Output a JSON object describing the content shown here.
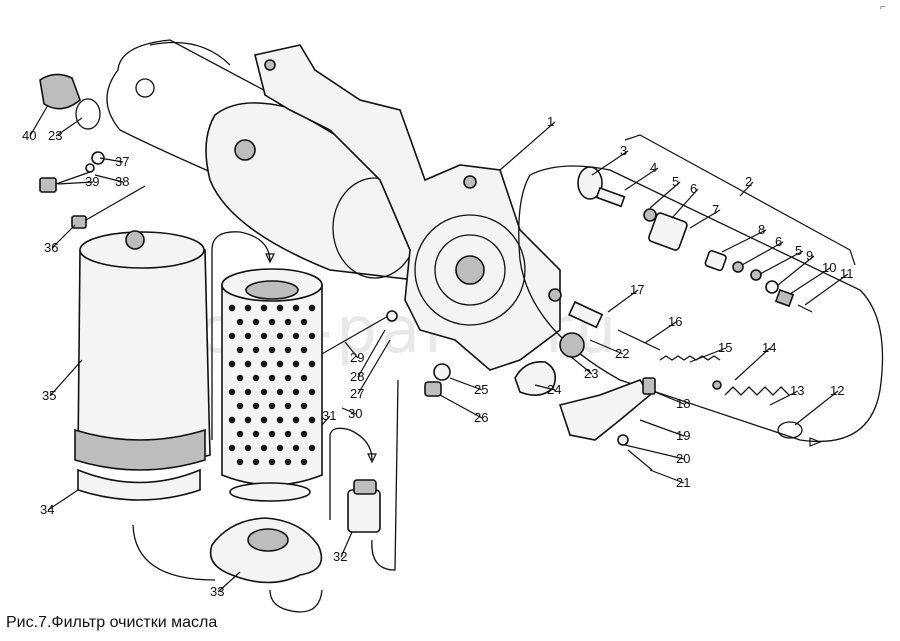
{
  "figure": {
    "caption": "Рис.7.Фильтр очистки масла",
    "watermark": "ancat-parts.ru",
    "corner_mark": "⌐"
  },
  "callouts": [
    "1",
    "2",
    "3",
    "4",
    "5",
    "6",
    "7",
    "8",
    "6",
    "5",
    "9",
    "10",
    "11",
    "12",
    "13",
    "14",
    "15",
    "16",
    "17",
    "22",
    "23",
    "24",
    "25",
    "26",
    "18",
    "19",
    "20",
    "21",
    "27",
    "28",
    "29",
    "30",
    "31",
    "32",
    "33",
    "34",
    "35",
    "36",
    "37",
    "38",
    "39",
    "40",
    "23"
  ],
  "colors": {
    "ink": "#111111",
    "paper": "#ffffff",
    "watermark": "#d6d6d6"
  }
}
